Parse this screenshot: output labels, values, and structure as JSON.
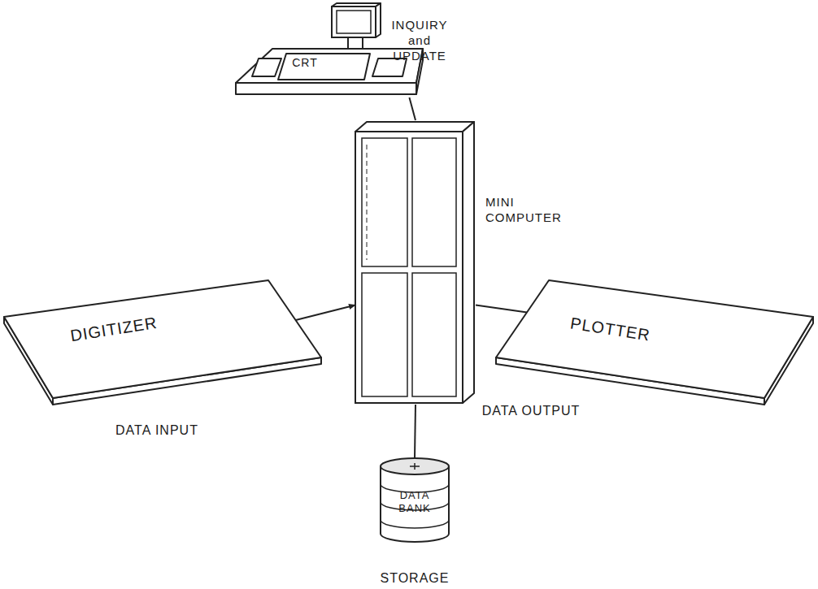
{
  "diagram": {
    "nodes": [
      {
        "text": [
          "CRT",
          "INQUIRY and UPDATE"
        ]
      },
      {
        "text": [
          "MINI COMPUTER"
        ]
      },
      {
        "text": [
          "DIGITIZER",
          "DATA INPUT"
        ]
      },
      {
        "text": [
          "PLOTTER",
          "DATA OUTPUT"
        ]
      },
      {
        "text": [
          "DATA BANK",
          "STORAGE"
        ]
      }
    ],
    "edges": [
      {
        "from": 0,
        "to": 1,
        "arrow": "none"
      },
      {
        "from": 2,
        "to": 1,
        "arrow": "to"
      },
      {
        "from": 1,
        "to": 3,
        "arrow": "none"
      },
      {
        "from": 1,
        "to": 4,
        "arrow": "none"
      }
    ]
  }
}
